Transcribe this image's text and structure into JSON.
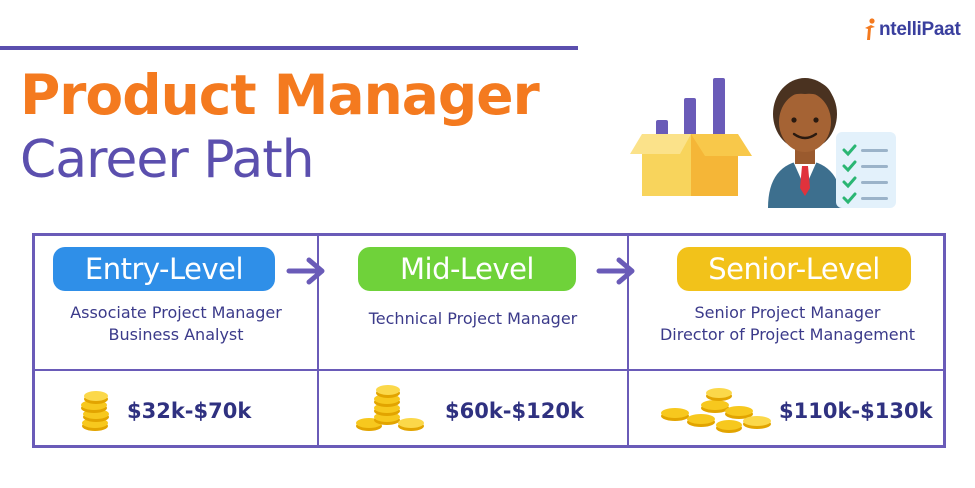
{
  "brand": {
    "name": "ntelliPaat",
    "logo_icon": "person-i-icon"
  },
  "title": {
    "line1": "Product Manager",
    "line2": "Career Path"
  },
  "colors": {
    "title_orange": "#f47a1f",
    "title_purple": "#5b4fae",
    "frame": "#6a5bb8",
    "entry": "#2f8fe8",
    "mid": "#6fd23a",
    "senior": "#f2c21a",
    "role_text": "#3b3a8a",
    "salary_text": "#2f3180"
  },
  "levels": [
    {
      "label": "Entry-Level",
      "roles": [
        "Associate Project Manager",
        "Business Analyst"
      ],
      "salary": "$32k-$70k"
    },
    {
      "label": "Mid-Level",
      "roles": [
        "Technical Project Manager"
      ],
      "salary": "$60k-$120k"
    },
    {
      "label": "Senior-Level",
      "roles": [
        "Senior Project Manager",
        "Director of Project Management"
      ],
      "salary": "$110k-$130k"
    }
  ],
  "icons": [
    "growth-box-icon",
    "manager-avatar-icon",
    "checklist-icon",
    "arrow-right-icon",
    "coin-stack-icon"
  ]
}
